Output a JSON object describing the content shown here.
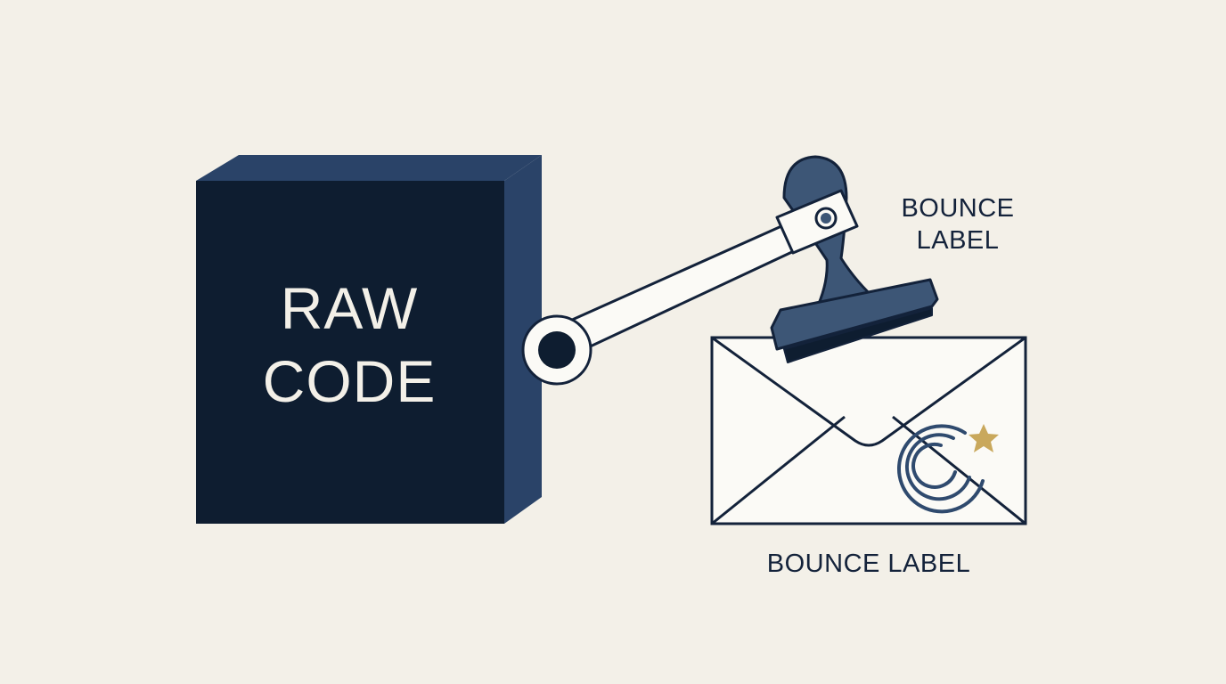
{
  "cube": {
    "label_line_1": "RAW",
    "label_line_2": "CODE"
  },
  "stamp": {
    "label_line_1": "BOUNCE",
    "label_line_2": "LABEL"
  },
  "envelope": {
    "label": "BOUNCE LABEL"
  },
  "colors": {
    "background": "#f3f0e8",
    "cube_front": "#0e1d30",
    "cube_side": "#2a4368",
    "stamp_body": "#3d5676",
    "ink": "#13223a",
    "star": "#c9a85c"
  },
  "icons": {
    "cube": "cube-icon",
    "arm": "robot-arm-icon",
    "stamp": "rubber-stamp-icon",
    "envelope": "envelope-icon",
    "seal": "stamp-seal-icon",
    "star": "star-icon"
  }
}
